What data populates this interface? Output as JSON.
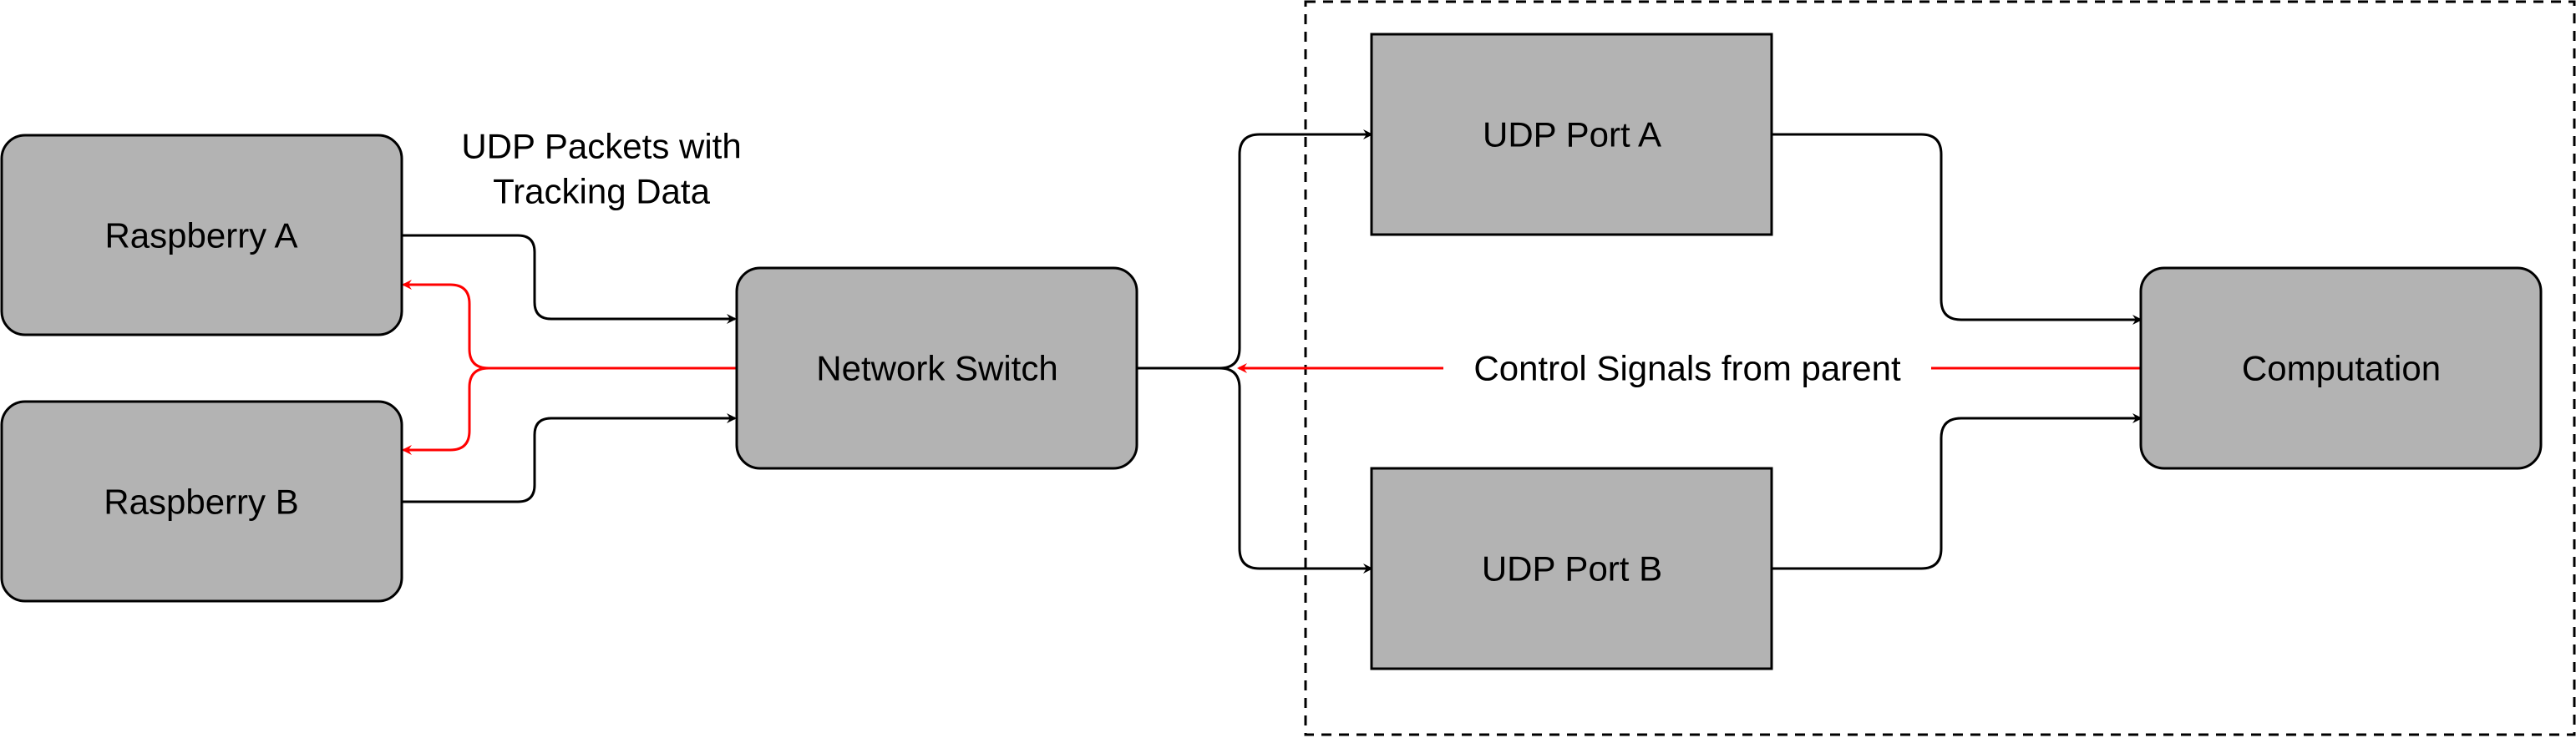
{
  "nodes": {
    "raspberry_a": "Raspberry A",
    "raspberry_b": "Raspberry B",
    "network_switch": "Network Switch",
    "udp_port_a": "UDP Port A",
    "udp_port_b": "UDP Port B",
    "computation": "Computation"
  },
  "edge_labels": {
    "tracking_line1": "UDP Packets with",
    "tracking_line2": "Tracking Data",
    "control": "Control Signals from parent"
  },
  "colors": {
    "node_fill": "#b3b3b3",
    "data_flow": "#000000",
    "control_flow": "#ff0000"
  }
}
